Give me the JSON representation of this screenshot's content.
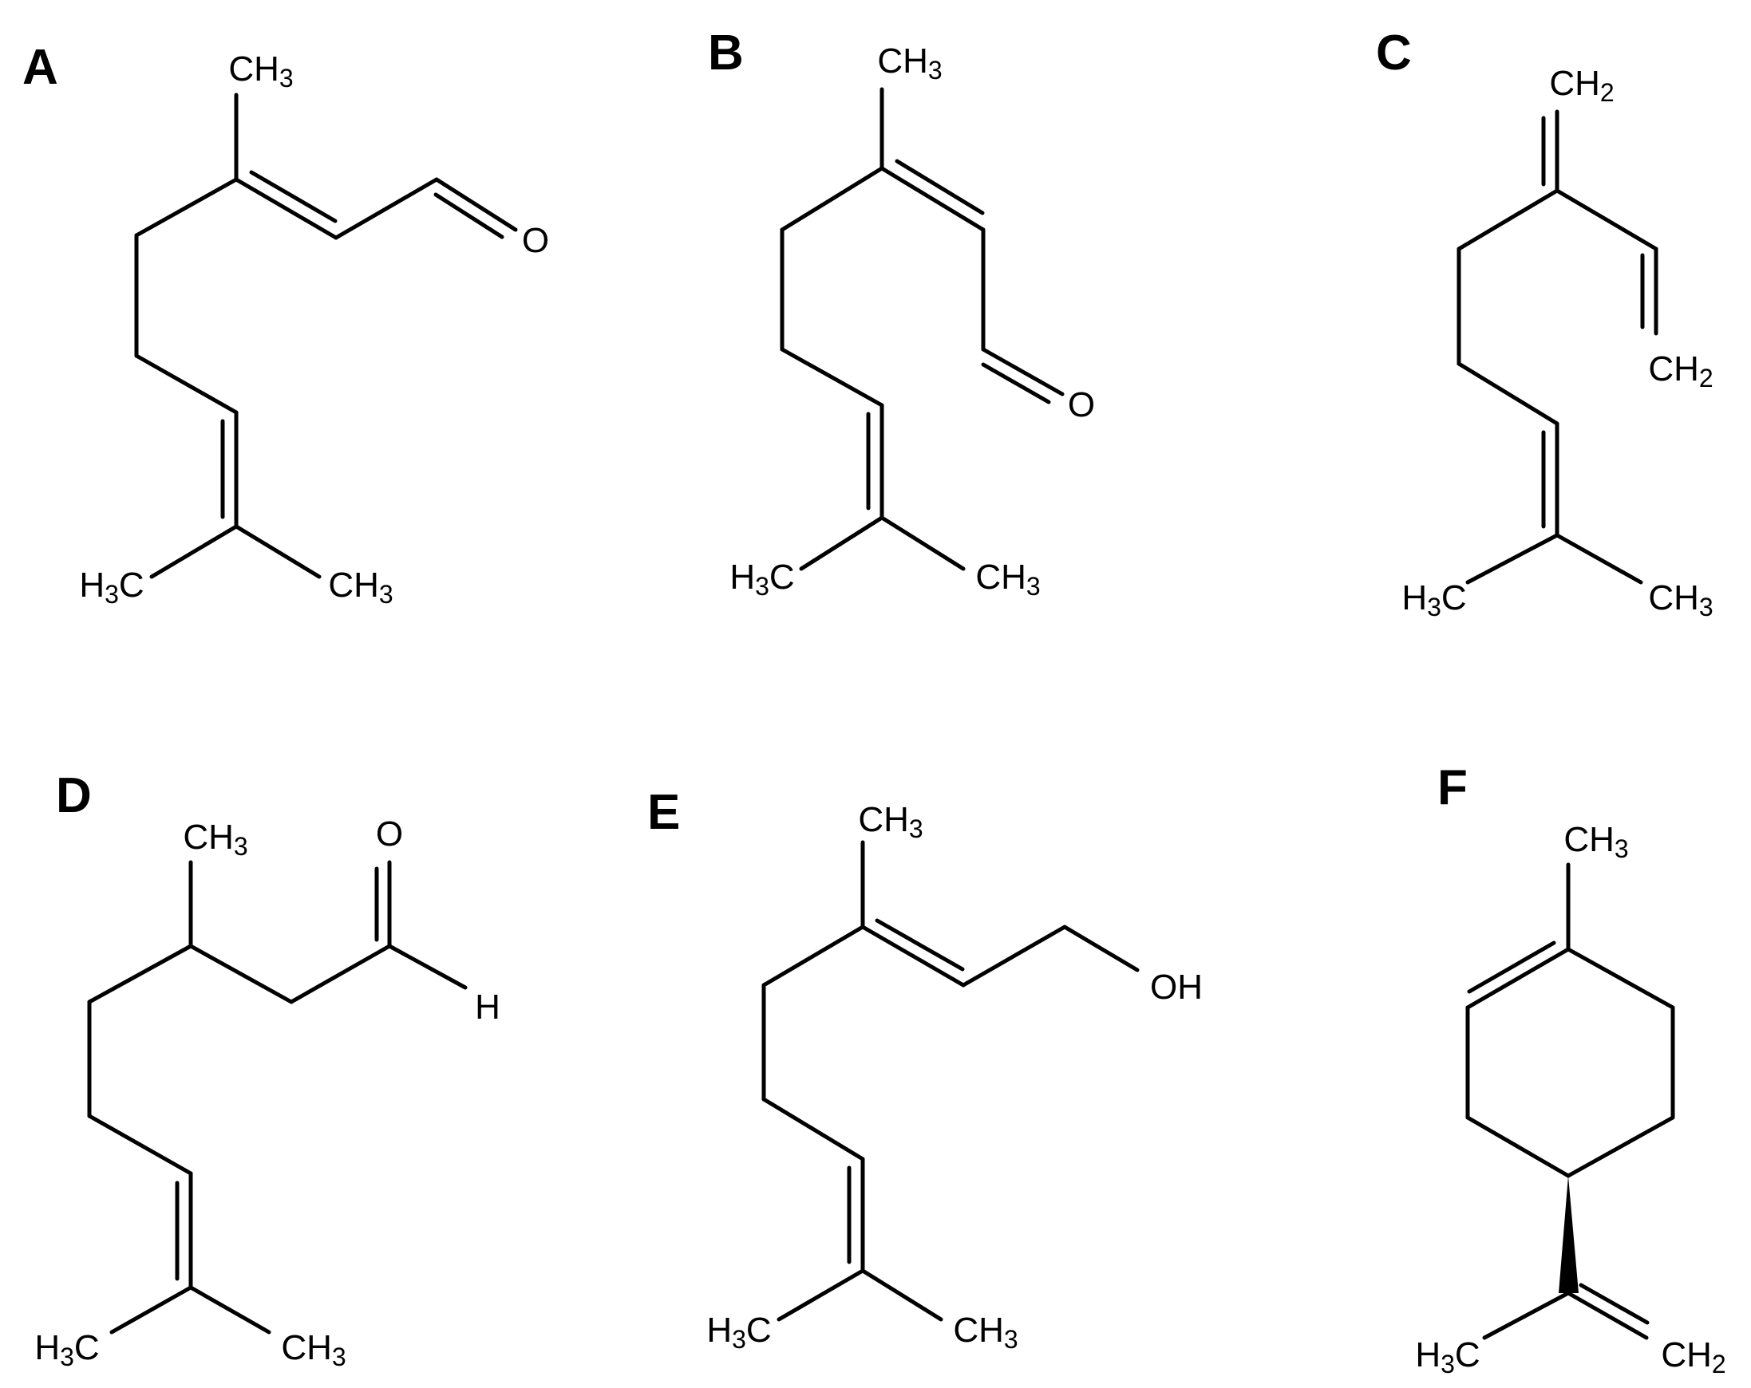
{
  "panels": [
    {
      "label": "A",
      "atoms": [
        {
          "name": "methyl-top",
          "parts": [
            {
              "t": "CH"
            },
            {
              "t": "3",
              "sub": true
            }
          ]
        },
        {
          "name": "oxygen",
          "parts": [
            {
              "t": "O"
            }
          ]
        },
        {
          "name": "methyl-left",
          "parts": [
            {
              "t": "H"
            },
            {
              "t": "3",
              "sub": true
            },
            {
              "t": "C"
            }
          ]
        },
        {
          "name": "methyl-right",
          "parts": [
            {
              "t": "CH"
            },
            {
              "t": "3",
              "sub": true
            }
          ]
        }
      ]
    },
    {
      "label": "B",
      "atoms": [
        {
          "name": "methyl-top",
          "parts": [
            {
              "t": "CH"
            },
            {
              "t": "3",
              "sub": true
            }
          ]
        },
        {
          "name": "oxygen",
          "parts": [
            {
              "t": "O"
            }
          ]
        },
        {
          "name": "methyl-left",
          "parts": [
            {
              "t": "H"
            },
            {
              "t": "3",
              "sub": true
            },
            {
              "t": "C"
            }
          ]
        },
        {
          "name": "methyl-right",
          "parts": [
            {
              "t": "CH"
            },
            {
              "t": "3",
              "sub": true
            }
          ]
        }
      ]
    },
    {
      "label": "C",
      "atoms": [
        {
          "name": "methylene-top",
          "parts": [
            {
              "t": "CH"
            },
            {
              "t": "2",
              "sub": true
            }
          ]
        },
        {
          "name": "methylene-right",
          "parts": [
            {
              "t": "CH"
            },
            {
              "t": "2",
              "sub": true
            }
          ]
        },
        {
          "name": "methyl-left",
          "parts": [
            {
              "t": "H"
            },
            {
              "t": "3",
              "sub": true
            },
            {
              "t": "C"
            }
          ]
        },
        {
          "name": "methyl-right",
          "parts": [
            {
              "t": "CH"
            },
            {
              "t": "3",
              "sub": true
            }
          ]
        }
      ]
    },
    {
      "label": "D",
      "atoms": [
        {
          "name": "methyl-top",
          "parts": [
            {
              "t": "CH"
            },
            {
              "t": "3",
              "sub": true
            }
          ]
        },
        {
          "name": "oxygen",
          "parts": [
            {
              "t": "O"
            }
          ]
        },
        {
          "name": "hydrogen",
          "parts": [
            {
              "t": "H"
            }
          ]
        },
        {
          "name": "methyl-left",
          "parts": [
            {
              "t": "H"
            },
            {
              "t": "3",
              "sub": true
            },
            {
              "t": "C"
            }
          ]
        },
        {
          "name": "methyl-right",
          "parts": [
            {
              "t": "CH"
            },
            {
              "t": "3",
              "sub": true
            }
          ]
        }
      ]
    },
    {
      "label": "E",
      "atoms": [
        {
          "name": "methyl-top",
          "parts": [
            {
              "t": "CH"
            },
            {
              "t": "3",
              "sub": true
            }
          ]
        },
        {
          "name": "hydroxyl",
          "parts": [
            {
              "t": "OH"
            }
          ]
        },
        {
          "name": "methyl-left",
          "parts": [
            {
              "t": "H"
            },
            {
              "t": "3",
              "sub": true
            },
            {
              "t": "C"
            }
          ]
        },
        {
          "name": "methyl-right",
          "parts": [
            {
              "t": "CH"
            },
            {
              "t": "3",
              "sub": true
            }
          ]
        }
      ]
    },
    {
      "label": "F",
      "atoms": [
        {
          "name": "methyl-top",
          "parts": [
            {
              "t": "CH"
            },
            {
              "t": "3",
              "sub": true
            }
          ]
        },
        {
          "name": "methyl-left",
          "parts": [
            {
              "t": "H"
            },
            {
              "t": "3",
              "sub": true
            },
            {
              "t": "C"
            }
          ]
        },
        {
          "name": "methylene-right",
          "parts": [
            {
              "t": "CH"
            },
            {
              "t": "2",
              "sub": true
            }
          ]
        }
      ]
    }
  ]
}
